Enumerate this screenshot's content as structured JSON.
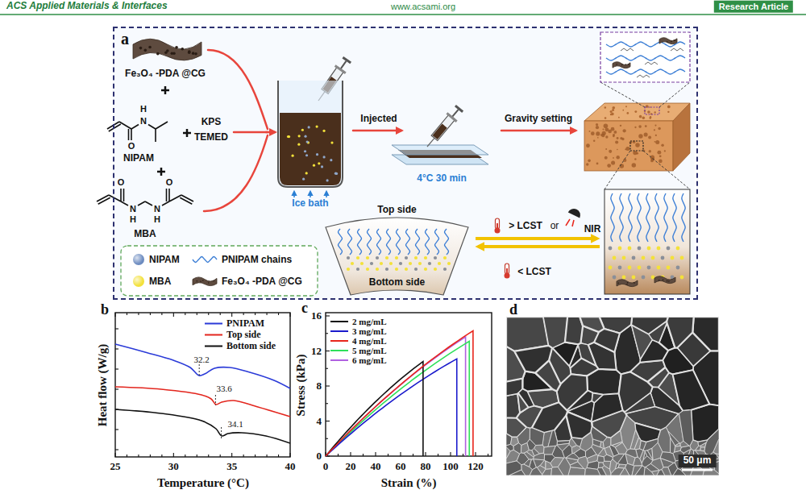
{
  "diagram": {
    "nodes": [
      {
        "text": [
          "a"
        ]
      },
      {
        "text": [
          "Top side",
          "Bottom side"
        ],
        "in": 0
      }
    ],
    "labels": [
      "ACS Applied Materials & Interfaces",
      "www.acsami.org",
      "Research Article",
      "Fe₃O₄ -PDA @CG",
      "H",
      "N",
      "O",
      "NIPAM",
      "KPS",
      "TEMED",
      "O",
      "O",
      "N",
      "H",
      "N",
      "H",
      "MBA",
      "Ice bath",
      "Injected",
      "4°C 30 min",
      "Gravity setting",
      "> LCST",
      "or",
      "NIR",
      "< LCST",
      "b",
      "Heat flow (W/g)",
      "Temperature (°C)",
      "25",
      "30",
      "35",
      "40",
      "32.2",
      "33.6",
      "34.1",
      "c",
      "Stress (kPa)",
      "Strain (%)",
      "0",
      "4",
      "8",
      "12",
      "16",
      "0",
      "20",
      "40",
      "60",
      "80",
      "100",
      "120",
      "d",
      "50 μm"
    ],
    "legend": [
      {
        "text": "NIPAM",
        "color": "#6d8cc0"
      },
      {
        "text": "PNIPAM chains"
      },
      {
        "text": "MBA",
        "color": "#f3e13a"
      },
      {
        "text": "Fe₃O₄ -PDA @CG"
      },
      {
        "text": "PNIPAM"
      },
      {
        "text": "Top side"
      },
      {
        "text": "Bottom side"
      },
      {
        "text": "2 mg/mL"
      },
      {
        "text": "3 mg/mL"
      },
      {
        "text": "4 mg/mL"
      },
      {
        "text": "5 mg/mL"
      },
      {
        "text": "6 mg/mL"
      }
    ]
  }
}
